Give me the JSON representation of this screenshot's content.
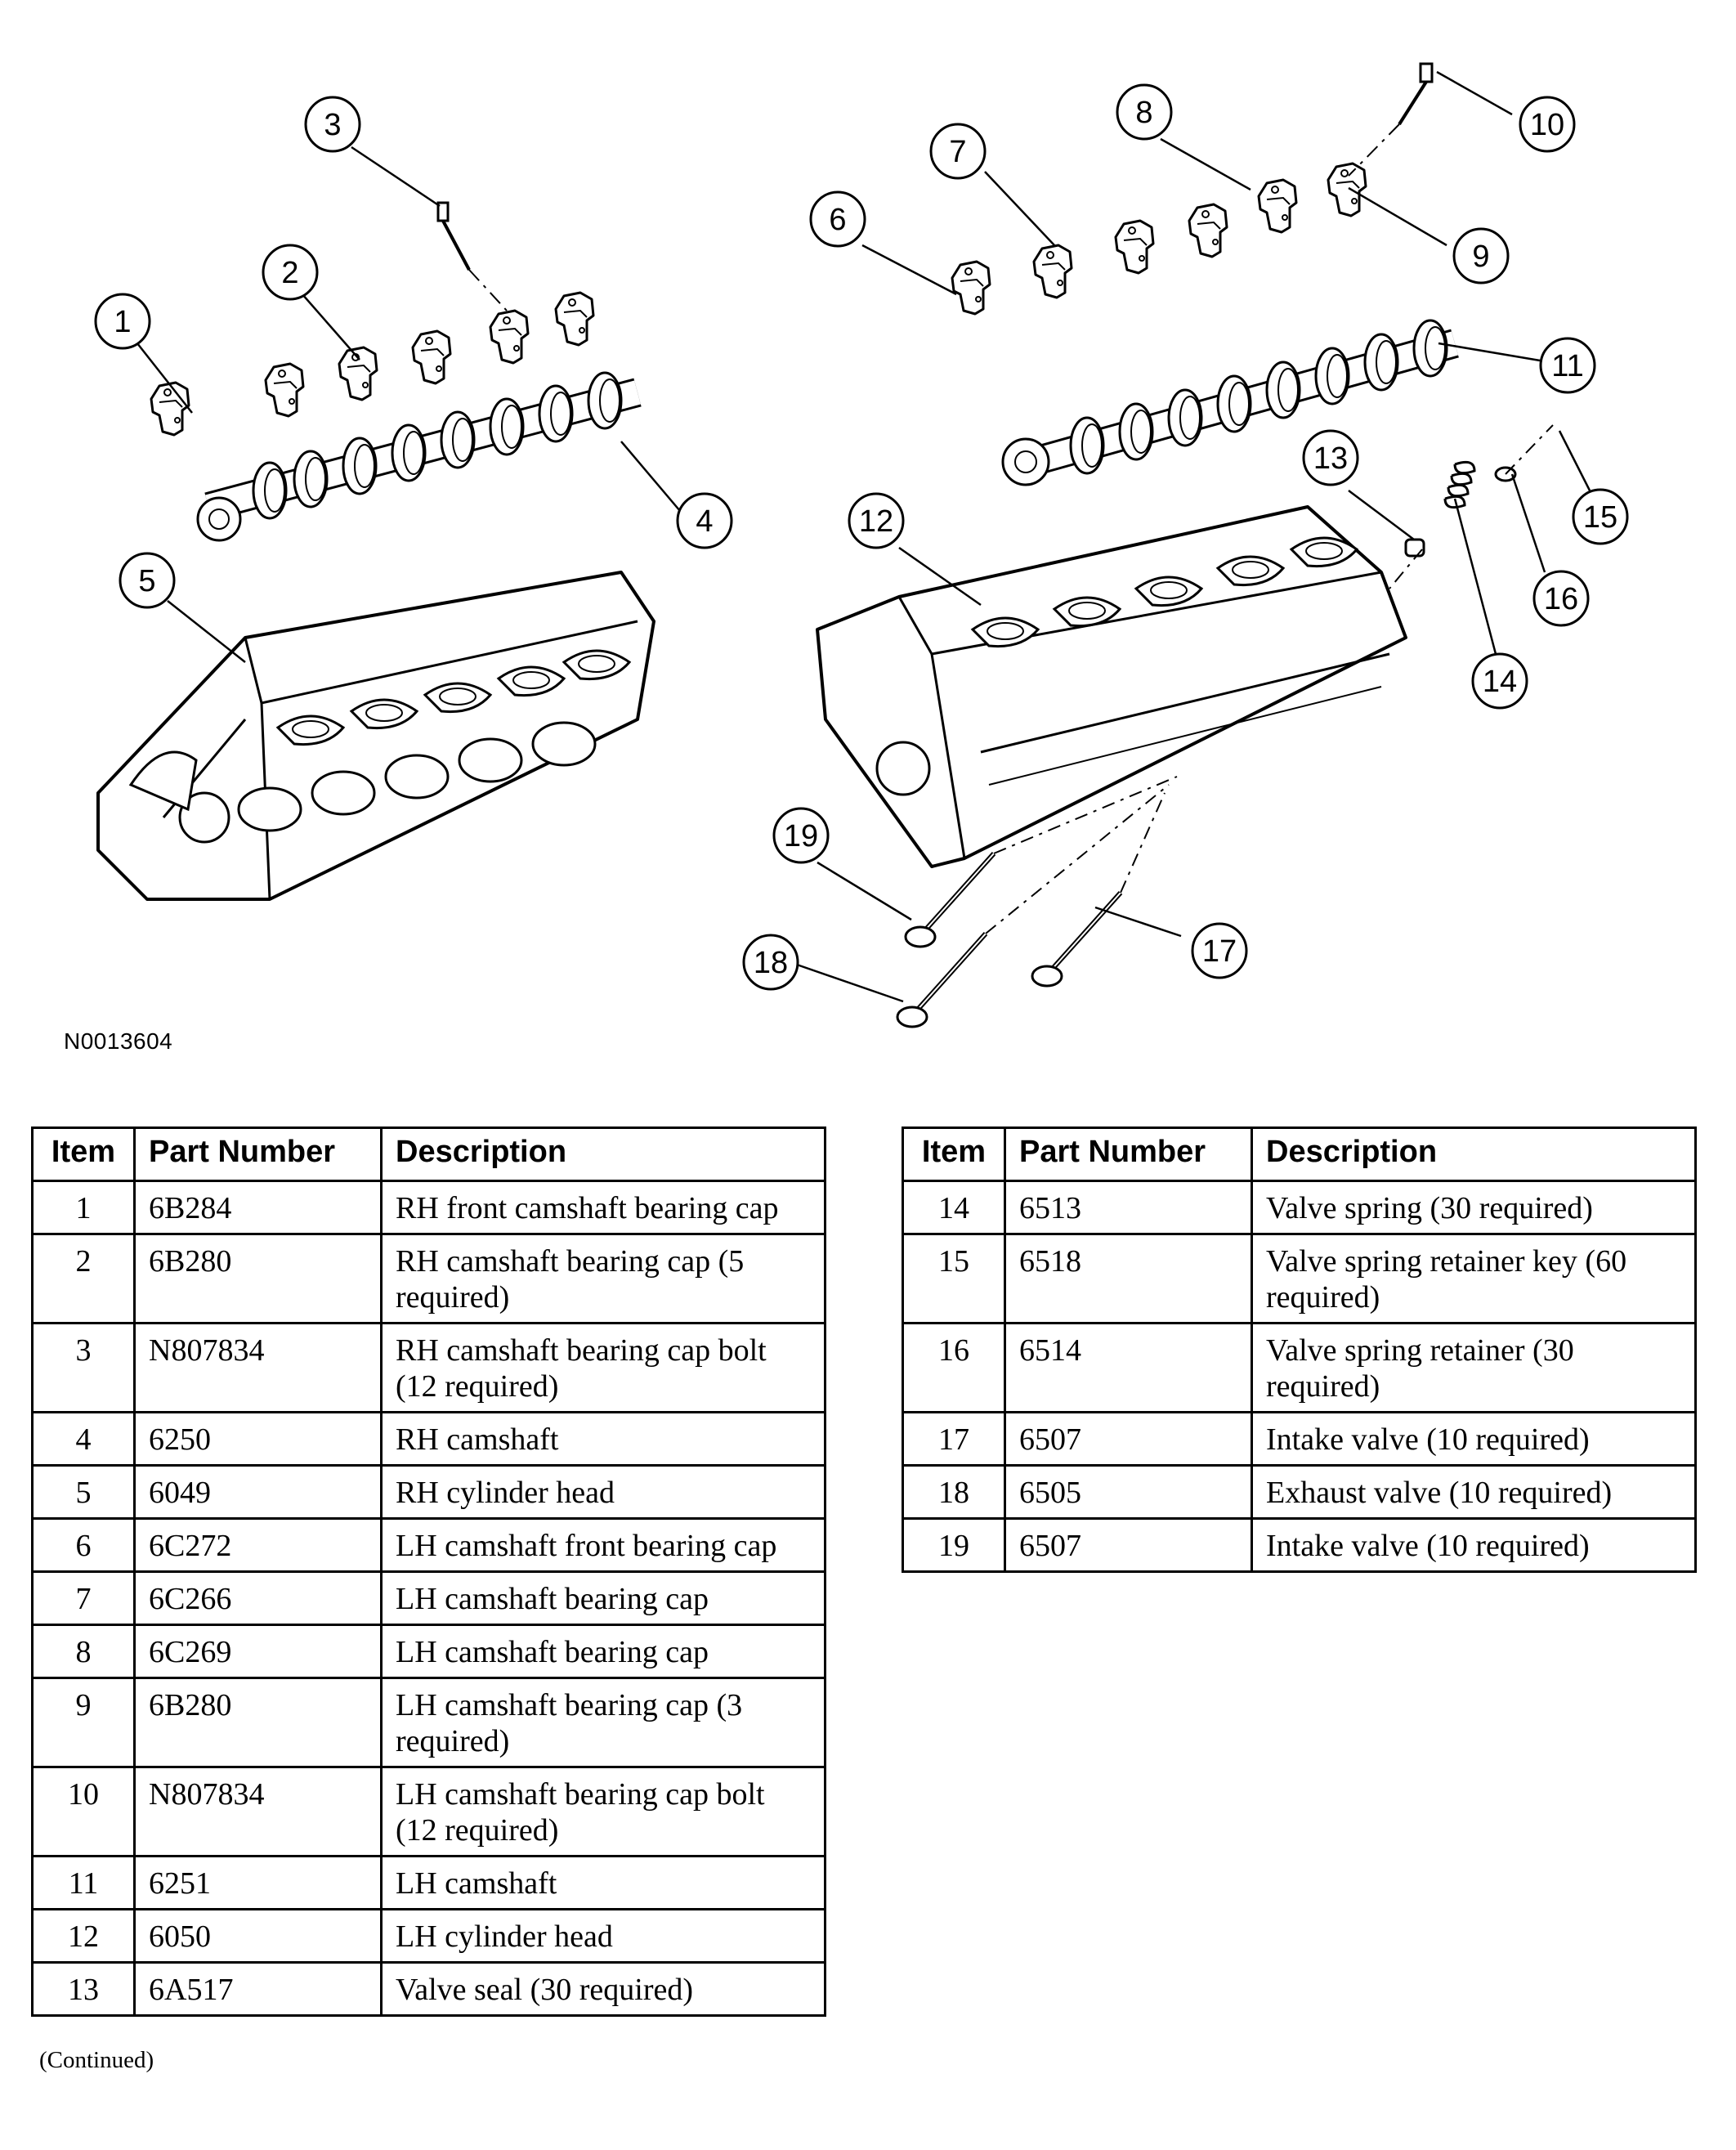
{
  "figure": {
    "id": "N0013604",
    "callouts": [
      "1",
      "2",
      "3",
      "4",
      "5",
      "6",
      "7",
      "8",
      "9",
      "10",
      "11",
      "12",
      "13",
      "14",
      "15",
      "16",
      "17",
      "18",
      "19"
    ]
  },
  "table_headers": {
    "item": "Item",
    "part_number": "Part Number",
    "description": "Description"
  },
  "parts_left": [
    {
      "item": "1",
      "part": "6B284",
      "desc": "RH front camshaft bearing cap"
    },
    {
      "item": "2",
      "part": "6B280",
      "desc": "RH camshaft bearing cap (5 required)"
    },
    {
      "item": "3",
      "part": "N807834",
      "desc": "RH camshaft bearing cap bolt (12 required)"
    },
    {
      "item": "4",
      "part": "6250",
      "desc": "RH camshaft"
    },
    {
      "item": "5",
      "part": "6049",
      "desc": "RH cylinder head"
    },
    {
      "item": "6",
      "part": "6C272",
      "desc": "LH camshaft front bearing cap"
    },
    {
      "item": "7",
      "part": "6C266",
      "desc": "LH camshaft bearing cap"
    },
    {
      "item": "8",
      "part": "6C269",
      "desc": "LH camshaft bearing cap"
    },
    {
      "item": "9",
      "part": "6B280",
      "desc": "LH camshaft bearing cap (3 required)"
    },
    {
      "item": "10",
      "part": "N807834",
      "desc": "LH camshaft bearing cap bolt (12 required)"
    },
    {
      "item": "11",
      "part": "6251",
      "desc": "LH camshaft"
    },
    {
      "item": "12",
      "part": "6050",
      "desc": "LH cylinder head"
    },
    {
      "item": "13",
      "part": "6A517",
      "desc": "Valve seal (30 required)"
    }
  ],
  "parts_right": [
    {
      "item": "14",
      "part": "6513",
      "desc": "Valve spring (30 required)"
    },
    {
      "item": "15",
      "part": "6518",
      "desc": "Valve spring retainer key (60 required)"
    },
    {
      "item": "16",
      "part": "6514",
      "desc": "Valve spring retainer (30 required)"
    },
    {
      "item": "17",
      "part": "6507",
      "desc": "Intake valve (10 required)"
    },
    {
      "item": "18",
      "part": "6505",
      "desc": "Exhaust valve (10 required)"
    },
    {
      "item": "19",
      "part": "6507",
      "desc": "Intake valve (10 required)"
    }
  ],
  "footer": {
    "continued": "(Continued)"
  }
}
